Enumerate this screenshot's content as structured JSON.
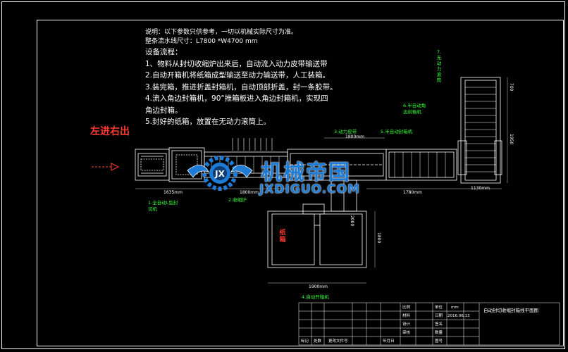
{
  "notes": {
    "line1": "说明：以下参数只供参考，一切以机械实际尺寸为准。",
    "line2": "整条流水线尺寸：L7800 *W4700 mm",
    "heading": "设备流程：",
    "steps": [
      "1、物料从封切收缩炉出来后，自动流入动力皮带输送带",
      "2.自动开箱机将纸箱成型输送至动力输送带，人工装箱。",
      "3.装完箱，推进折盖封箱机，自动顶部折盖，封一条胶带。",
      "4.流入角边封箱机，90°推箱板进入角边封箱机，实现四",
      "角边封箱。",
      "5.封好的纸箱，放置在无动力滚筒上。"
    ]
  },
  "flow_title": "左进右出",
  "labels": {
    "l1": "1.全自动L型封",
    "l1b": "切机",
    "l2": "2.收缩炉",
    "l3": "3.动力皮带",
    "l5": "5.半自动封箱机",
    "l6": "6.半自动角",
    "l6b": "边封箱机",
    "l7": "7.无动力滚筒",
    "l4": "4.自动开箱机",
    "red": "纸箱"
  },
  "dims": {
    "d1": "1635mm",
    "d2": "1800mm",
    "d3": "1780mm",
    "d4": "1130mm",
    "d5": "1900mm",
    "d6": "1800mm",
    "d7": "1800",
    "d8": "2000",
    "d9": "1950",
    "d10": "700"
  },
  "logo": {
    "cn": "机械帝国",
    "en": "JXDIGUO.COM",
    "emblem": "JX"
  },
  "title_block": {
    "drawing_title": "自动封切收缩封箱线平面图",
    "date": "2016.06.13",
    "c1": "比例",
    "c2": "材料",
    "c3": "设计",
    "c4": "审核",
    "c5": "单位",
    "c6": "mm",
    "c7": "日期",
    "c8": "签名",
    "c9": "数量",
    "c10": "图号",
    "c11": "标记",
    "c12": "处数",
    "c13": "更改文件号",
    "c14": "年月日"
  },
  "colors": {
    "line": "#ffffff",
    "label": "#33ff33",
    "accent": "#ff3b2f",
    "logo": "#1e7bd6"
  }
}
